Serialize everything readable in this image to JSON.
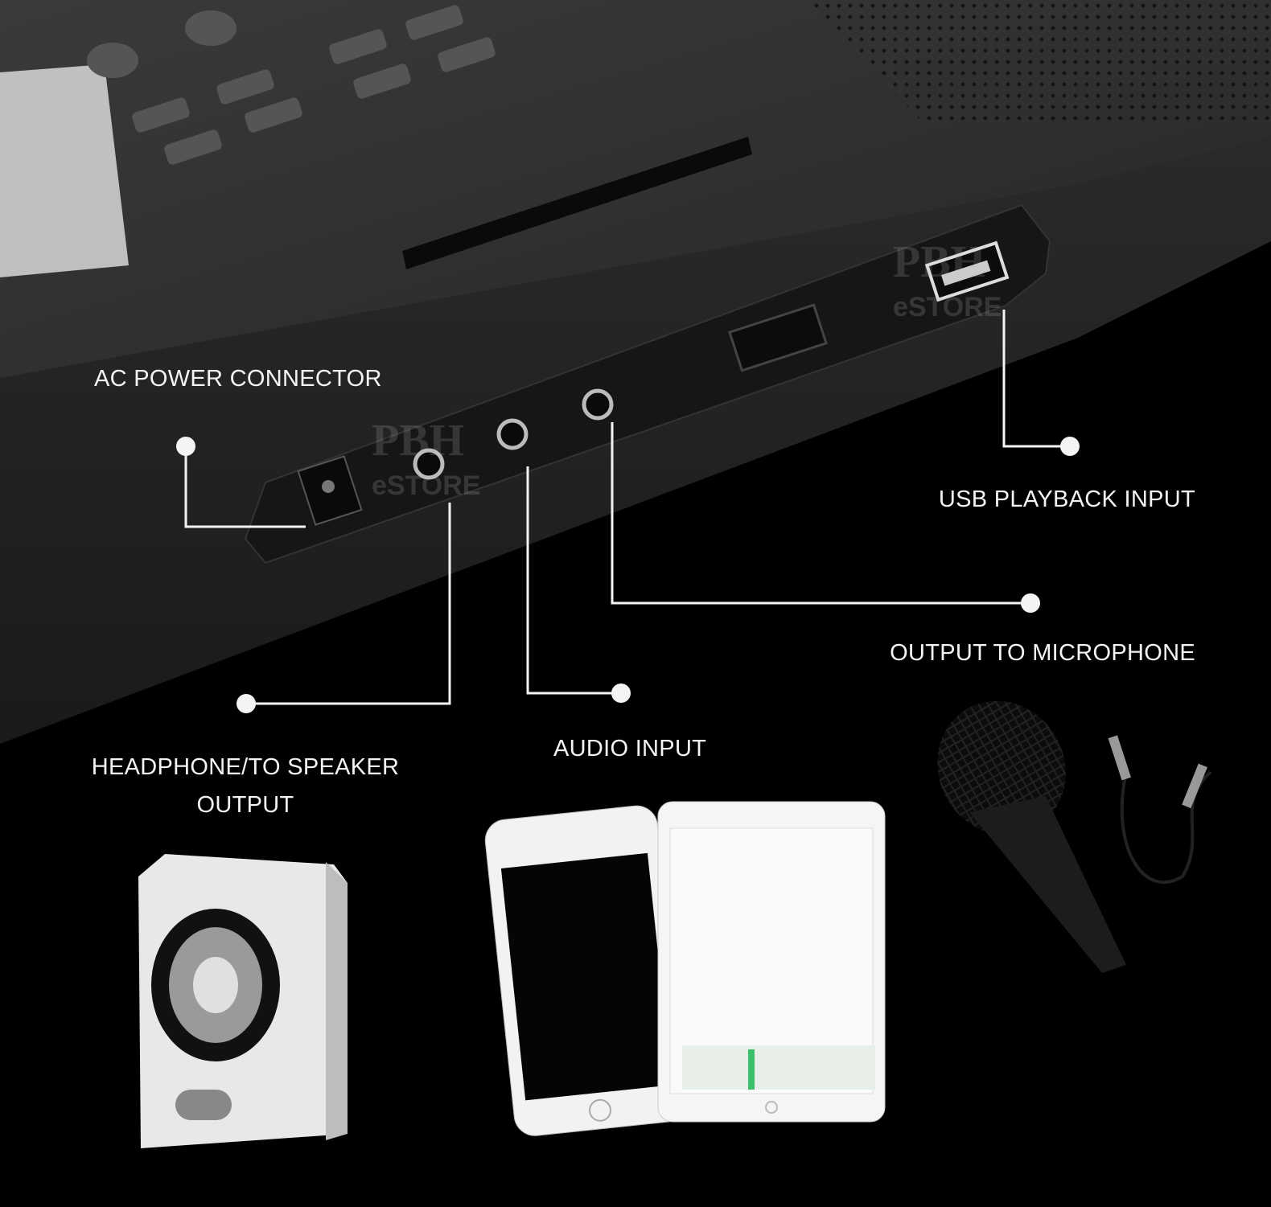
{
  "labels": {
    "ac_power": "AC POWER CONNECTOR",
    "usb": "USB PLAYBACK INPUT",
    "microphone": "OUTPUT TO MICROPHONE",
    "audio_input": "AUDIO INPUT",
    "headphone_line1": "HEADPHONE/TO SPEAKER",
    "headphone_line2": "OUTPUT"
  },
  "watermark": {
    "top": "PBH",
    "bottom": "eSTORE"
  },
  "colors": {
    "background": "#000000",
    "label": "#f4f4f4",
    "keyboard_top": "#2e2e2e",
    "keyboard_front": "#1f1f1f"
  }
}
